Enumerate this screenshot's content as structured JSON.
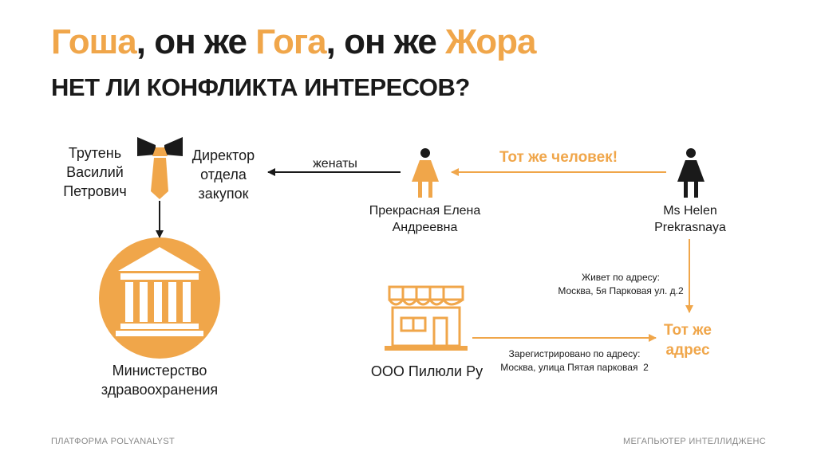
{
  "title": {
    "part1": "Гоша",
    "part2": ", он же ",
    "part3": "Гога",
    "part4": ", он же ",
    "part5": "Жора"
  },
  "subtitle": "НЕТ ЛИ КОНФЛИКТА ИНТЕРЕСОВ?",
  "nodes": {
    "person_name": [
      "Трутень",
      "Василий",
      "Петрович"
    ],
    "person_role": [
      "Директор",
      "отдела",
      "закупок"
    ],
    "ministry": [
      "Министерство",
      "здравоохранения"
    ],
    "wife": [
      "Прекрасная Елена",
      "Андреевна"
    ],
    "helen": [
      "Ms Helen",
      "Prekrasnaya"
    ],
    "company": "ООО Пилюли Ру",
    "same_address": [
      "Тот же",
      "адрес"
    ]
  },
  "edges": {
    "married": "женаты",
    "same_person": "Тот же человек!",
    "lives_at": [
      "Живет по адресу:",
      "Москва, 5я Парковая ул. д.2"
    ],
    "registered_at": [
      "Зарегистрировано по адресу:",
      "Москва, улица Пятая парковая  2"
    ]
  },
  "footer": {
    "left": "ПЛАТФОРМА POLYANALYST",
    "right": "МЕГАПЬЮТЕР ИНТЕЛЛИДЖЕНС"
  },
  "colors": {
    "accent": "#f0a64a",
    "dark": "#1a1a1a",
    "footer": "#888888"
  },
  "icons": [
    "bowtie-tie-icon",
    "government-building-icon",
    "woman-icon",
    "shop-icon"
  ]
}
